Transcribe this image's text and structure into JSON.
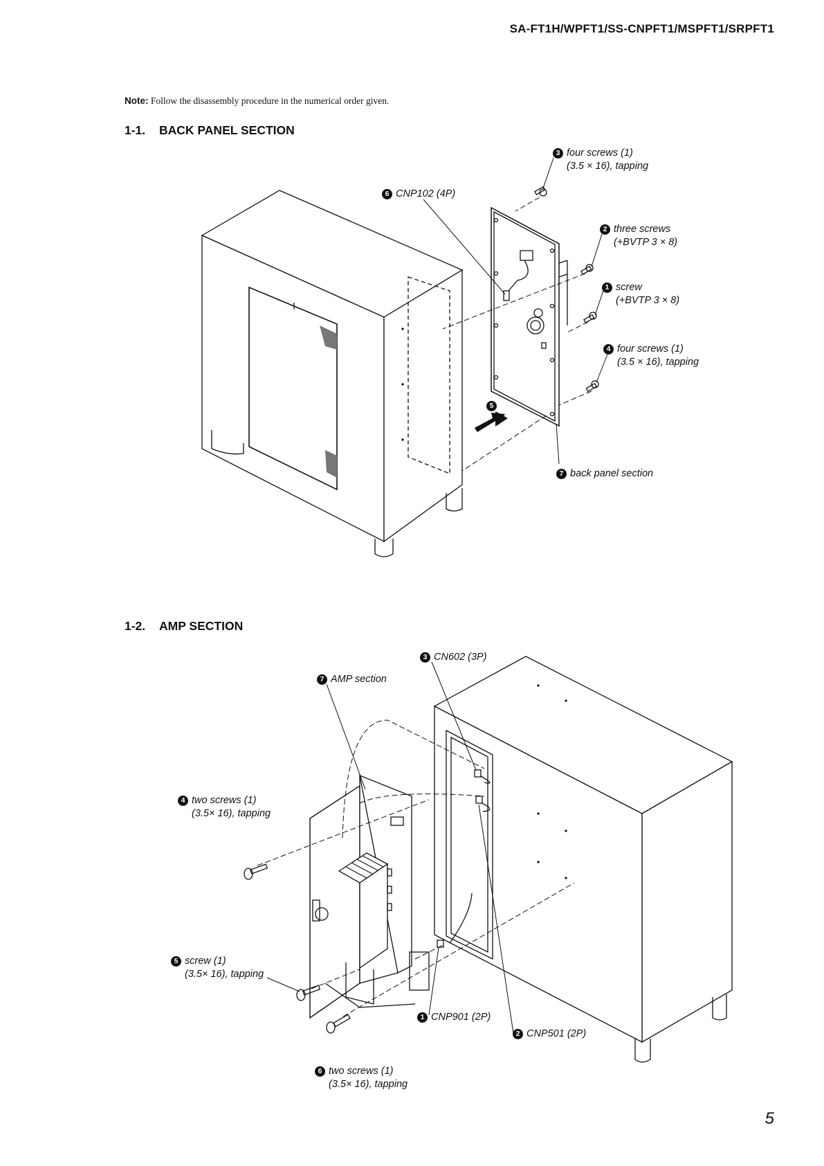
{
  "header": {
    "model": "SA-FT1H/WPFT1/SS-CNPFT1/MSPFT1/SRPFT1"
  },
  "note": {
    "label": "Note:",
    "text": "Follow the disassembly procedure in the numerical order given."
  },
  "section1": {
    "number": "1-1.",
    "title": "BACK PANEL SECTION",
    "callouts": [
      {
        "num": "3",
        "line1": "four screws (1)",
        "line2": "(3.5 × 16), tapping"
      },
      {
        "num": "6",
        "line1": "CNP102 (4P)",
        "line2": ""
      },
      {
        "num": "2",
        "line1": "three screws",
        "line2": "(+BVTP 3 × 8)"
      },
      {
        "num": "1",
        "line1": "screw",
        "line2": "(+BVTP 3 × 8)"
      },
      {
        "num": "4",
        "line1": "four screws (1)",
        "line2": "(3.5 × 16), tapping"
      },
      {
        "num": "5",
        "line1": "",
        "line2": ""
      },
      {
        "num": "7",
        "line1": "back panel section",
        "line2": ""
      }
    ]
  },
  "section2": {
    "number": "1-2.",
    "title": "AMP SECTION",
    "callouts": [
      {
        "num": "3",
        "line1": "CN602 (3P)",
        "line2": ""
      },
      {
        "num": "7",
        "line1": "AMP section",
        "line2": ""
      },
      {
        "num": "4",
        "line1": "two screws (1)",
        "line2": "(3.5× 16), tapping"
      },
      {
        "num": "5",
        "line1": "screw (1)",
        "line2": "(3.5× 16), tapping"
      },
      {
        "num": "1",
        "line1": "CNP901 (2P)",
        "line2": ""
      },
      {
        "num": "2",
        "line1": "CNP501 (2P)",
        "line2": ""
      },
      {
        "num": "6",
        "line1": "two screws (1)",
        "line2": "(3.5× 16), tapping"
      }
    ]
  },
  "page_number": "5"
}
